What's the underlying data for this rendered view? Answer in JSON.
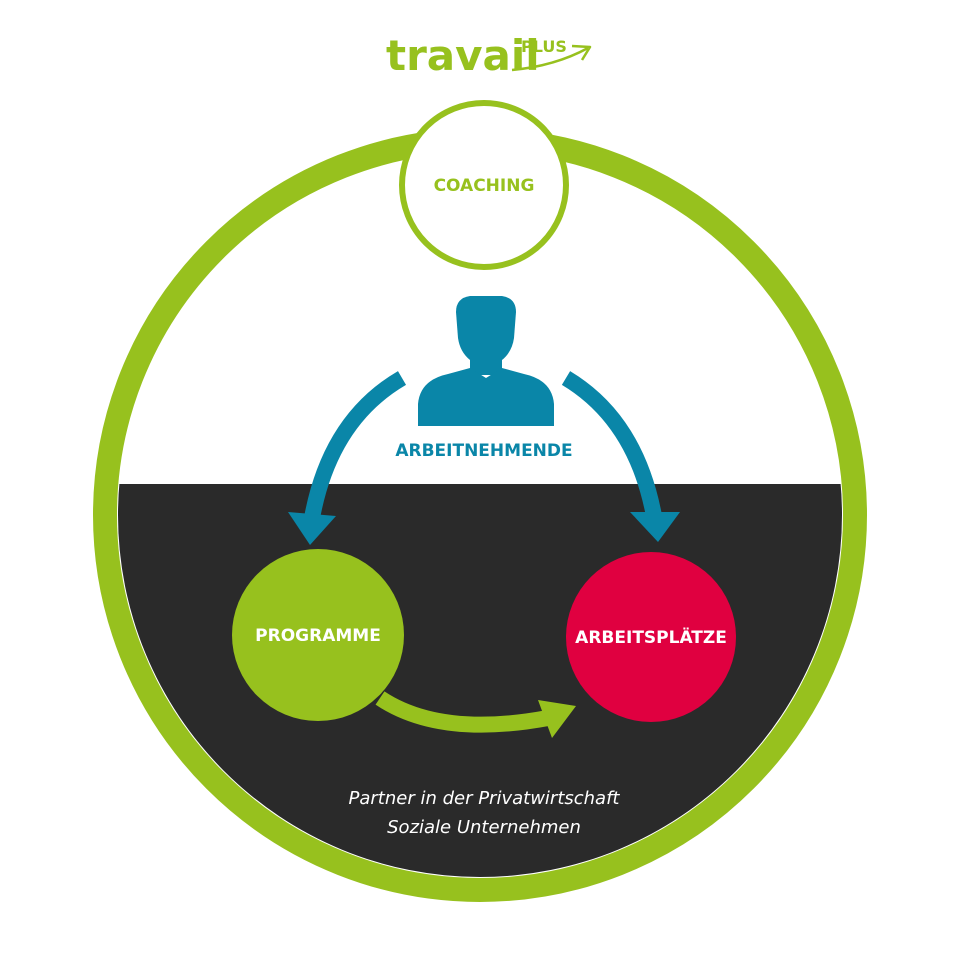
{
  "logo": {
    "word": "travail",
    "suffix": "PLUS"
  },
  "coaching": {
    "label": "COACHING"
  },
  "person": {
    "label": "ARBEITNEHMENDE"
  },
  "programme": {
    "label": "PROGRAMME"
  },
  "arbeitsplaetze": {
    "label": "ARBEITSPLÄTZE"
  },
  "partner": {
    "line1": "Partner in der Privatwirtschaft",
    "line2": "Soziale Unternehmen"
  },
  "colors": {
    "green": "#97c11e",
    "blue": "#0a86a8",
    "red": "#e00040",
    "dark": "#2a2a2a",
    "white": "#ffffff"
  }
}
